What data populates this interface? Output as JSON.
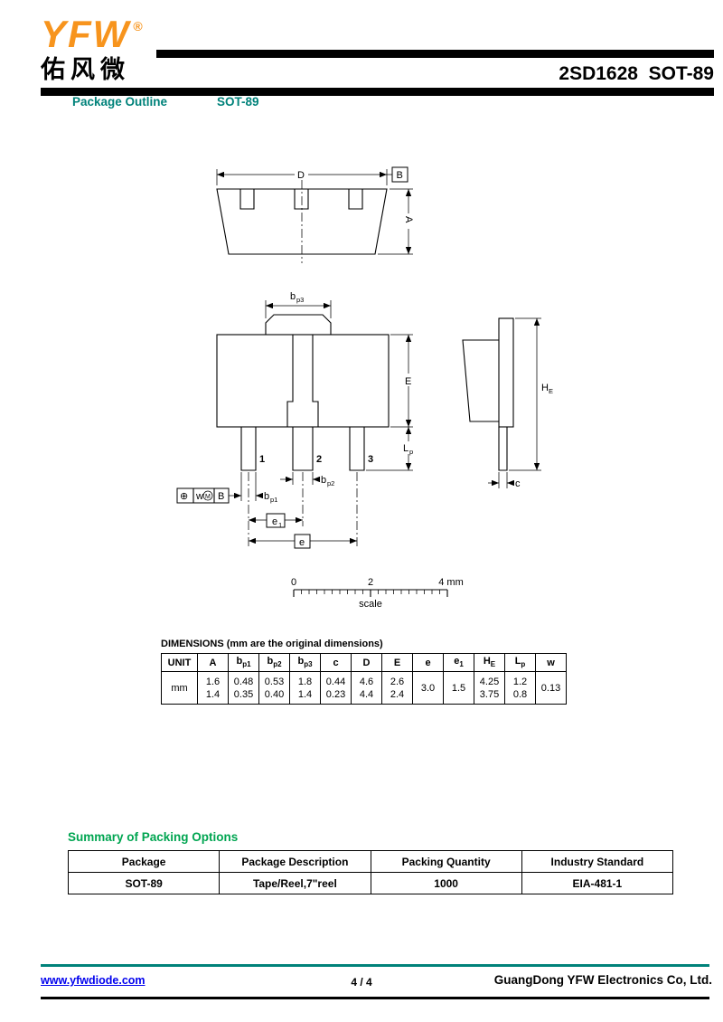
{
  "header": {
    "logo_text": "YFW",
    "logo_registered": "®",
    "logo_chinese": "佑风微",
    "part_title": "2SD1628  SOT-89"
  },
  "section": {
    "package_outline_label": "Package Outline",
    "package_name": "SOT-89"
  },
  "drawing": {
    "top_view": {
      "dim_d": "D",
      "datum_b": "B",
      "dim_a": "A"
    },
    "front_view": {
      "bp3_main": "b",
      "bp3_sub": "p3",
      "dim_e": "E",
      "lp_main": "L",
      "lp_sub": "p",
      "pin1": "1",
      "pin2": "2",
      "pin3": "3",
      "bp2_main": "b",
      "bp2_sub": "p2",
      "bp1_main": "b",
      "bp1_sub": "p1",
      "fcf_position": "⊕",
      "fcf_tolerance": "w",
      "fcf_modifier": "M",
      "fcf_datum": "B",
      "e1_main": "e",
      "e1_sub": "1",
      "e_pitch": "e"
    },
    "side_view": {
      "he_main": "H",
      "he_sub": "E",
      "dim_c": "c"
    },
    "scale": {
      "tick0": "0",
      "tick2": "2",
      "tick4": "4 mm",
      "caption": "scale"
    }
  },
  "dim_table": {
    "title": "DIMENSIONS (mm are the original dimensions)",
    "unit_header": "UNIT",
    "unit_value": "mm",
    "columns": [
      {
        "main": "A",
        "sub": "",
        "v1": "1.6",
        "v2": "1.4"
      },
      {
        "main": "b",
        "sub": "p1",
        "v1": "0.48",
        "v2": "0.35"
      },
      {
        "main": "b",
        "sub": "p2",
        "v1": "0.53",
        "v2": "0.40"
      },
      {
        "main": "b",
        "sub": "p3",
        "v1": "1.8",
        "v2": "1.4"
      },
      {
        "main": "c",
        "sub": "",
        "v1": "0.44",
        "v2": "0.23"
      },
      {
        "main": "D",
        "sub": "",
        "v1": "4.6",
        "v2": "4.4"
      },
      {
        "main": "E",
        "sub": "",
        "v1": "2.6",
        "v2": "2.4"
      },
      {
        "main": "e",
        "sub": "",
        "v1": "3.0",
        "v2": ""
      },
      {
        "main": "e",
        "sub": "1",
        "v1": "1.5",
        "v2": ""
      },
      {
        "main": "H",
        "sub": "E",
        "v1": "4.25",
        "v2": "3.75"
      },
      {
        "main": "L",
        "sub": "p",
        "v1": "1.2",
        "v2": "0.8"
      },
      {
        "main": "w",
        "sub": "",
        "v1": "0.13",
        "v2": ""
      }
    ]
  },
  "packing": {
    "title": "Summary of Packing Options",
    "headers": [
      "Package",
      "Package Description",
      "Packing Quantity",
      "Industry Standard"
    ],
    "rows": [
      [
        "SOT-89",
        "Tape/Reel,7\"reel",
        "1000",
        "EIA-481-1"
      ]
    ]
  },
  "footer": {
    "website": "www.yfwdiode.com",
    "page": "4 / 4",
    "company": "GuangDong YFW Electronics Co, Ltd."
  },
  "colors": {
    "logo_orange": "#F7941D",
    "heading_teal": "#00827A",
    "heading_green": "#00A551",
    "link_blue": "#0000EE"
  }
}
